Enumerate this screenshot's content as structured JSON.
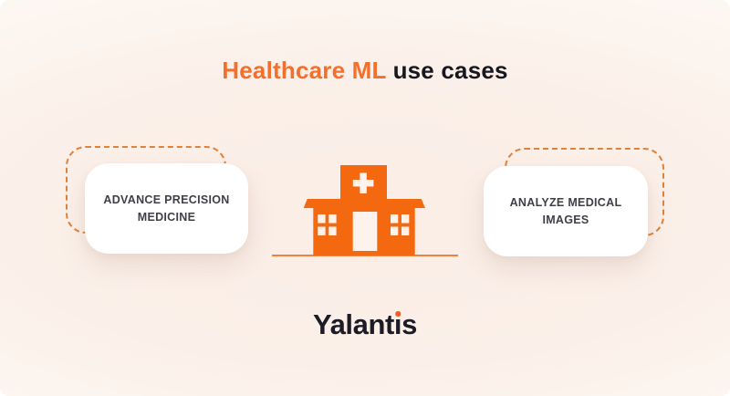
{
  "title": {
    "highlight": "Healthcare ML",
    "rest": " use cases"
  },
  "cards": {
    "left": {
      "label": "ADVANCE PRECISION MEDICINE"
    },
    "right": {
      "label": "ANALYZE MEDICAL IMAGES"
    }
  },
  "icon": {
    "name": "hospital-building-icon"
  },
  "logo": {
    "full": "Yalantis",
    "pre": "Yalant",
    "i_stem": "ı",
    "post": "s"
  },
  "colors": {
    "brand_orange": "#F4690F",
    "title_orange": "#F2702B",
    "dark_text": "#17171F",
    "card_text": "#3F3F48",
    "dashed_border": "#E0823B",
    "card_background": "#FFFFFF",
    "background_center": "#FAEDE6",
    "background_edge": "#FFFEFB",
    "logo_dot": "#EA5F2C"
  }
}
